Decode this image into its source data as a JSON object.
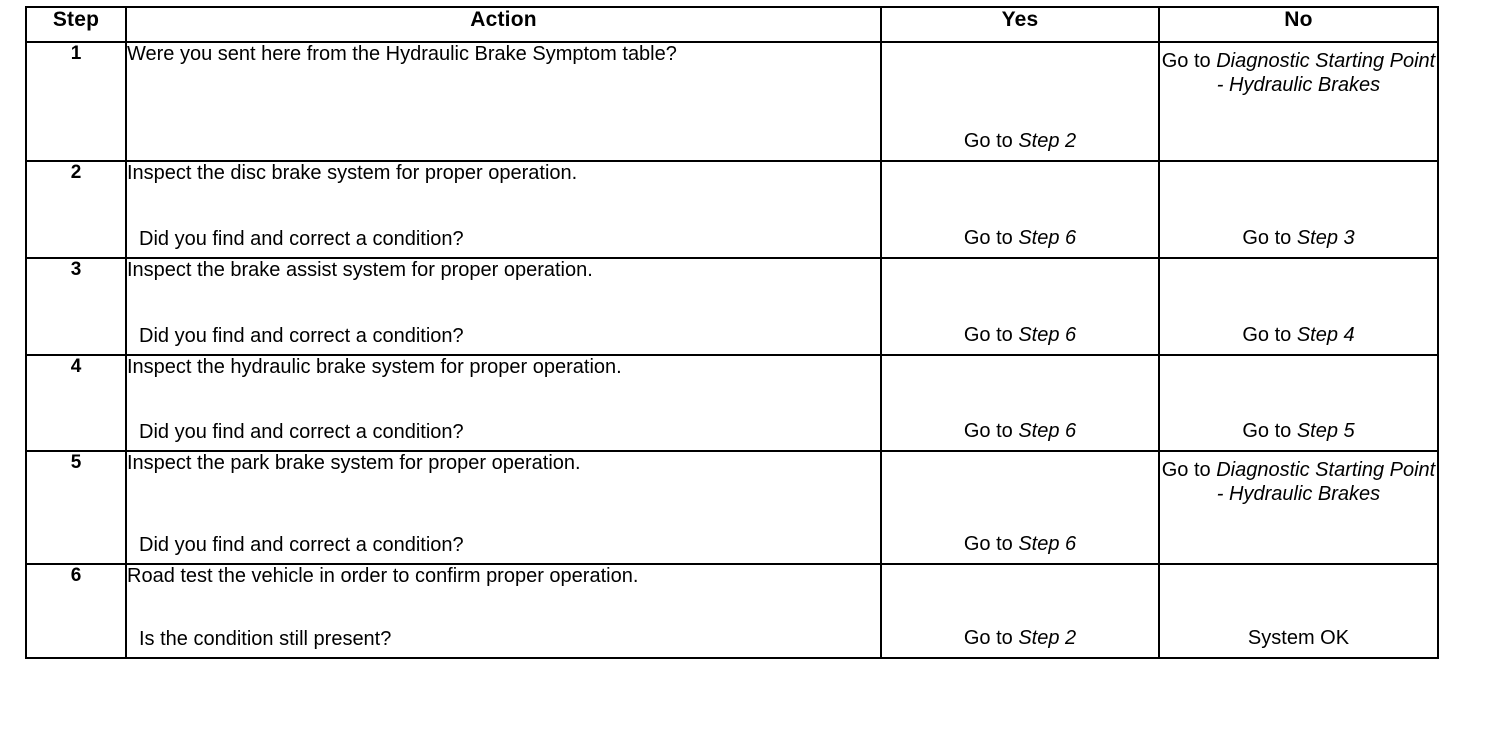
{
  "document": {
    "type": "diagnostic-procedure-table",
    "columns": [
      "Step",
      "Action",
      "Yes",
      "No"
    ]
  },
  "table": {
    "headers": {
      "step": "Step",
      "action": "Action",
      "yes": "Yes",
      "no": "No"
    },
    "rows": [
      {
        "step": "1",
        "action_line_1": "Were you sent here from the Hydraulic Brake Symptom table?",
        "action_line_2": "",
        "yes": {
          "prefix": "Go to ",
          "italic": "Step 2",
          "position": "bottom"
        },
        "no": {
          "prefix": "Go to ",
          "italic": "Diagnostic Starting Point - Hydraulic Brakes",
          "position": "top"
        }
      },
      {
        "step": "2",
        "action_line_1": "Inspect the disc brake system for proper operation.",
        "action_line_2": "Did you find and correct a condition?",
        "yes": {
          "prefix": "Go to ",
          "italic": "Step 6",
          "position": "bottom"
        },
        "no": {
          "prefix": "Go to ",
          "italic": "Step 3",
          "position": "bottom"
        }
      },
      {
        "step": "3",
        "action_line_1": "Inspect the brake assist system for proper operation.",
        "action_line_2": "Did you find and correct a condition?",
        "yes": {
          "prefix": "Go to ",
          "italic": "Step 6",
          "position": "bottom"
        },
        "no": {
          "prefix": "Go to ",
          "italic": "Step 4",
          "position": "bottom"
        }
      },
      {
        "step": "4",
        "action_line_1": "Inspect the hydraulic brake system for proper operation.",
        "action_line_2": "Did you find and correct a condition?",
        "yes": {
          "prefix": "Go to ",
          "italic": "Step 6",
          "position": "bottom"
        },
        "no": {
          "prefix": "Go to ",
          "italic": "Step 5",
          "position": "bottom"
        }
      },
      {
        "step": "5",
        "action_line_1": "Inspect the park brake system for proper operation.",
        "action_line_2": "Did you find and correct a condition?",
        "yes": {
          "prefix": "Go to ",
          "italic": "Step 6",
          "position": "bottom"
        },
        "no": {
          "prefix": "Go to ",
          "italic": "Diagnostic Starting Point - Hydraulic Brakes",
          "position": "top"
        }
      },
      {
        "step": "6",
        "action_line_1": "Road test the vehicle in order to confirm proper operation.",
        "action_line_2": "Is the condition still present?",
        "yes": {
          "prefix": "Go to ",
          "italic": "Step 2",
          "position": "bottom"
        },
        "no": {
          "prefix": "System OK",
          "italic": "",
          "position": "bottom"
        }
      }
    ]
  },
  "colors": {
    "text": "#000000",
    "background": "#ffffff",
    "border": "#000000"
  }
}
